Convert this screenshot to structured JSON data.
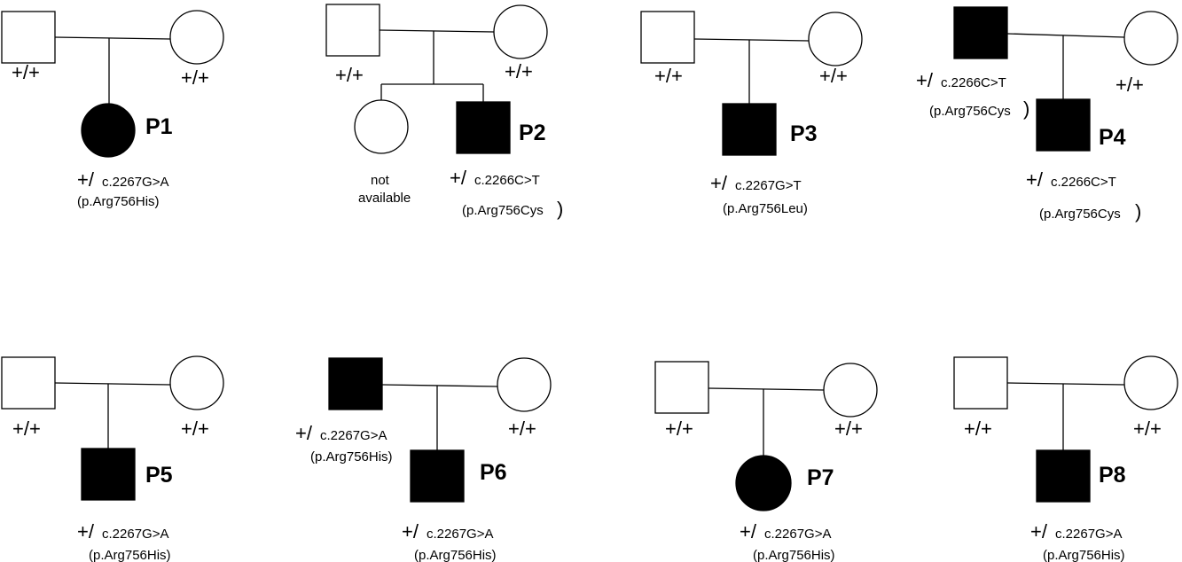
{
  "pedigrees": [
    {
      "id": "P1",
      "father": {
        "genotype": "+/+",
        "affected": false
      },
      "mother": {
        "genotype": "+/+",
        "affected": false
      },
      "proband": {
        "sex": "female",
        "affected": true,
        "genotype_prefix": "+/",
        "variant": "c.2267G>A",
        "protein": "(p.Arg756His)"
      }
    },
    {
      "id": "P2",
      "father": {
        "genotype": "+/+",
        "affected": false
      },
      "mother": {
        "genotype": "+/+",
        "affected": false
      },
      "sibling": {
        "sex": "female",
        "affected": false,
        "note_line1": "not",
        "note_line2": "available"
      },
      "proband": {
        "sex": "male",
        "affected": true,
        "genotype_prefix": "+/",
        "variant": "c.2266C>T",
        "protein": "(p.Arg756Cys"
      }
    },
    {
      "id": "P3",
      "father": {
        "genotype": "+/+",
        "affected": false
      },
      "mother": {
        "genotype": "+/+",
        "affected": false
      },
      "proband": {
        "sex": "male",
        "affected": true,
        "genotype_prefix": "+/",
        "variant": "c.2267G>T",
        "protein": "(p.Arg756Leu)"
      }
    },
    {
      "id": "P4",
      "father": {
        "affected": true,
        "genotype_prefix": "+/",
        "variant": "c.2266C>T",
        "protein": "(p.Arg756Cys"
      },
      "mother": {
        "genotype": "+/+",
        "affected": false
      },
      "proband": {
        "sex": "male",
        "affected": true,
        "genotype_prefix": "+/",
        "variant": "c.2266C>T",
        "protein": "(p.Arg756Cys"
      }
    },
    {
      "id": "P5",
      "father": {
        "genotype": "+/+",
        "affected": false
      },
      "mother": {
        "genotype": "+/+",
        "affected": false
      },
      "proband": {
        "sex": "male",
        "affected": true,
        "genotype_prefix": "+/",
        "variant": "c.2267G>A",
        "protein": "(p.Arg756His)"
      }
    },
    {
      "id": "P6",
      "father": {
        "affected": true,
        "genotype_prefix": "+/",
        "variant": "c.2267G>A",
        "protein": "(p.Arg756His)"
      },
      "mother": {
        "genotype": "+/+",
        "affected": false
      },
      "proband": {
        "sex": "male",
        "affected": true,
        "genotype_prefix": "+/",
        "variant": "c.2267G>A",
        "protein": "(p.Arg756His)"
      }
    },
    {
      "id": "P7",
      "father": {
        "genotype": "+/+",
        "affected": false
      },
      "mother": {
        "genotype": "+/+",
        "affected": false
      },
      "proband": {
        "sex": "female",
        "affected": true,
        "genotype_prefix": "+/",
        "variant": "c.2267G>A",
        "protein": "(p.Arg756His)"
      }
    },
    {
      "id": "P8",
      "father": {
        "genotype": "+/+",
        "affected": false
      },
      "mother": {
        "genotype": "+/+",
        "affected": false
      },
      "proband": {
        "sex": "male",
        "affected": true,
        "genotype_prefix": "+/",
        "variant": "c.2267G>A",
        "protein": "(p.Arg756His)"
      }
    }
  ],
  "closing_paren": ")"
}
